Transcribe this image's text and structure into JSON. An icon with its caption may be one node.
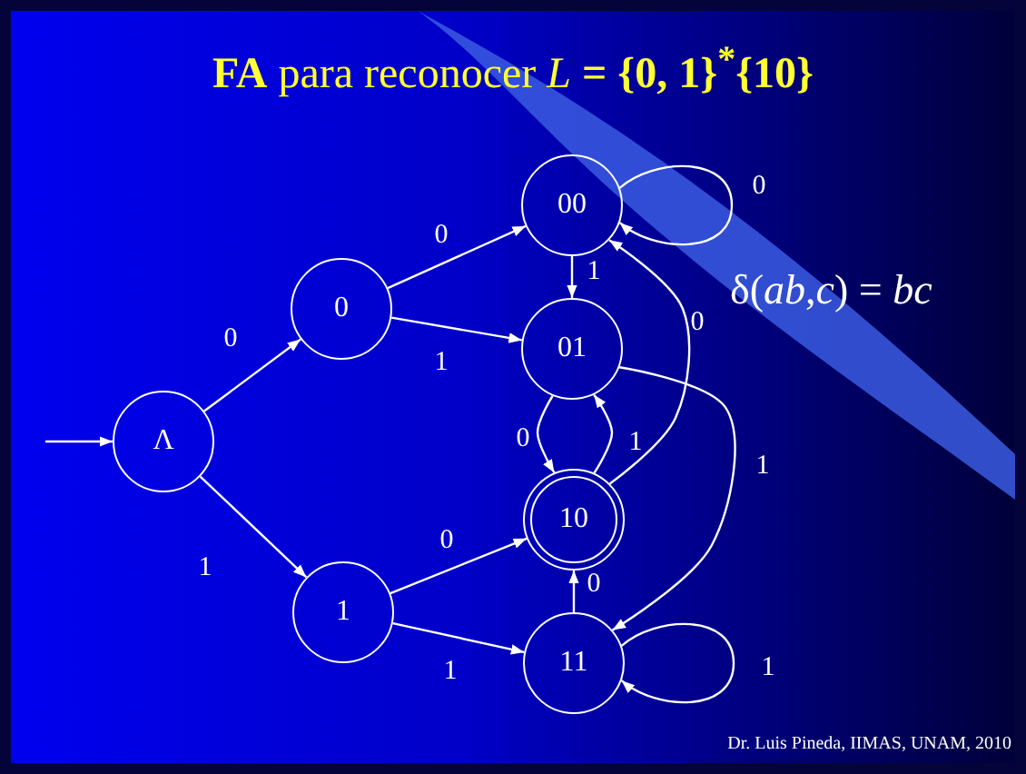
{
  "diagram": {
    "title": "**FA** para reconocer *L* **= {0, 1}$^{*}${10}**",
    "nodes": [
      {
        "text": [
          "Λ"
        ]
      },
      {
        "text": [
          "0"
        ]
      },
      {
        "text": [
          "1"
        ]
      },
      {
        "text": [
          "00"
        ]
      },
      {
        "text": [
          "01"
        ]
      },
      {
        "text": [
          "10"
        ]
      },
      {
        "text": [
          "11"
        ]
      }
    ],
    "edges": [
      {
        "from": null,
        "to": 0,
        "arrow": "to"
      },
      {
        "from": 0,
        "to": 1,
        "arrow": "to",
        "label": "0"
      },
      {
        "from": 0,
        "to": 2,
        "arrow": "to",
        "label": "1"
      },
      {
        "from": 1,
        "to": 3,
        "arrow": "to",
        "label": "0"
      },
      {
        "from": 1,
        "to": 4,
        "arrow": "to",
        "label": "1"
      },
      {
        "from": 2,
        "to": 5,
        "arrow": "to",
        "label": "0"
      },
      {
        "from": 2,
        "to": 6,
        "arrow": "to",
        "label": "1"
      },
      {
        "from": 3,
        "to": 3,
        "arrow": "to",
        "label": "0"
      },
      {
        "from": 3,
        "to": 4,
        "arrow": "to",
        "label": "1"
      },
      {
        "from": 4,
        "to": 5,
        "arrow": "to",
        "label": "0"
      },
      {
        "from": 5,
        "to": 4,
        "arrow": "to",
        "label": "1"
      },
      {
        "from": 5,
        "to": 3,
        "arrow": "to",
        "label": "0"
      },
      {
        "from": 4,
        "to": 6,
        "arrow": "to",
        "label": "1"
      },
      {
        "from": 6,
        "to": 5,
        "arrow": "to",
        "label": "0"
      },
      {
        "from": 6,
        "to": 6,
        "arrow": "to",
        "label": "1"
      }
    ],
    "labels": [
      "δ(*ab*,*c*) = *bc*",
      "Dr. Luis Pineda, IIMAS, UNAM, 2010"
    ]
  }
}
